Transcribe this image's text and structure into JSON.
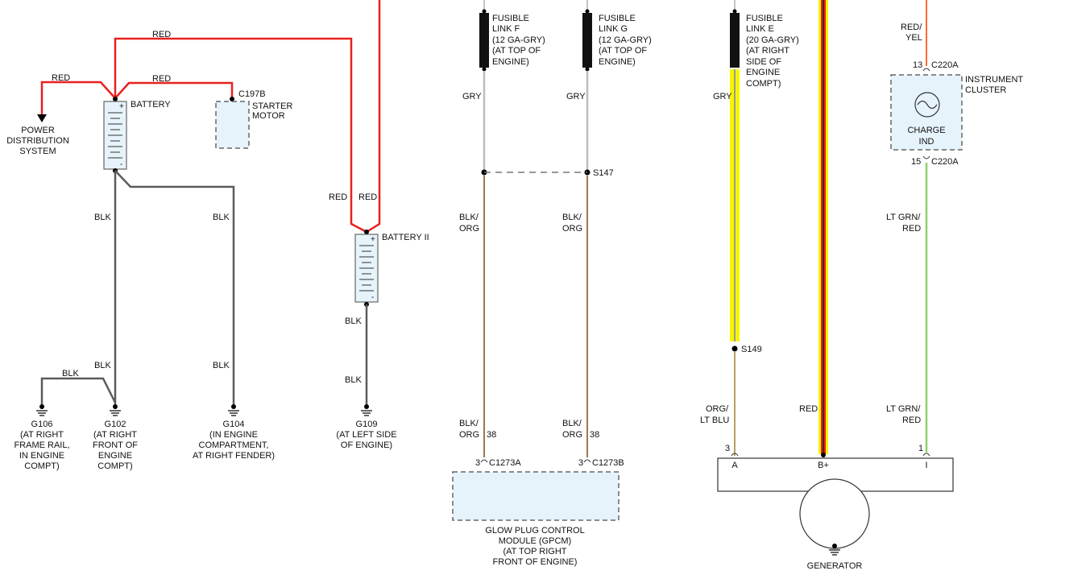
{
  "labels": {
    "red_top": "RED",
    "red_left": "RED",
    "red_mid": "RED",
    "pds": [
      "POWER",
      "DISTRIBUTION",
      "SYSTEM"
    ],
    "battery": "BATTERY",
    "c197b": "C197B",
    "starter": [
      "STARTER",
      "MOTOR"
    ],
    "blk_a": "BLK",
    "blk_b": "BLK",
    "blk_c": "BLK",
    "blk_d": "BLK",
    "blk_e": "BLK",
    "g106": [
      "G106",
      "(AT RIGHT",
      "FRAME RAIL,",
      "IN ENGINE",
      "COMPT)"
    ],
    "g102": [
      "G102",
      "(AT RIGHT",
      "FRONT OF",
      "ENGINE",
      "COMPT)"
    ],
    "g104": [
      "G104",
      "(IN ENGINE",
      "COMPARTMENT,",
      "AT RIGHT FENDER)"
    ],
    "red_b2_left": "RED",
    "red_b2_right": "RED",
    "battery2": "BATTERY II",
    "blk_f": "BLK",
    "blk_g": "BLK",
    "g109": [
      "G109",
      "(AT LEFT SIDE",
      "OF ENGINE)"
    ],
    "fuse_f": [
      "FUSIBLE",
      "LINK F",
      "(12 GA-GRY)",
      "(AT TOP OF",
      "ENGINE)"
    ],
    "fuse_g": [
      "FUSIBLE",
      "LINK G",
      "(12 GA-GRY)",
      "(AT TOP OF",
      "ENGINE)"
    ],
    "gry_f": "GRY",
    "gry_g": "GRY",
    "s147": "S147",
    "blkorg_1": [
      "BLK/",
      "ORG"
    ],
    "blkorg_2": [
      "BLK/",
      "ORG"
    ],
    "blkorg_3": [
      "BLK/",
      "ORG"
    ],
    "blkorg_4": [
      "BLK/",
      "ORG"
    ],
    "pin38_a": "38",
    "pin38_b": "38",
    "pin3_a": "3",
    "pin3_b": "3",
    "c1273a": "C1273A",
    "c1273b": "C1273B",
    "gpcm": [
      "GLOW PLUG CONTROL",
      "MODULE (GPCM)",
      "(AT TOP RIGHT",
      "FRONT OF ENGINE)"
    ],
    "fuse_e": [
      "FUSIBLE",
      "LINK E",
      "(20 GA-GRY)",
      "(AT RIGHT",
      "SIDE OF",
      "ENGINE",
      "COMPT)"
    ],
    "gry_e": "GRY",
    "s149": "S149",
    "orgblu": [
      "ORG/",
      "LT BLU"
    ],
    "red_gen": "RED",
    "pin3_gen": "3",
    "pin1_gen": "1",
    "term_a": "A",
    "term_b": "B+",
    "term_i": "I",
    "generator": "GENERATOR",
    "redyel": [
      "RED/",
      "YEL"
    ],
    "pin13": "13",
    "c220a_top": "C220A",
    "cluster": [
      "INSTRUMENT",
      "CLUSTER"
    ],
    "charge": [
      "CHARGE",
      "IND"
    ],
    "pin15": "15",
    "c220a_bot": "C220A",
    "ltgrnred_1": [
      "LT GRN/",
      "RED"
    ],
    "ltgrnred_2": [
      "LT GRN/",
      "RED"
    ]
  },
  "colors": {
    "red": "#e8201e",
    "black_wire": "#5b5b5b",
    "gray_wire": "#bdbdbd",
    "yellow_wire": "#f5f500",
    "lt_green": "#8fd06a",
    "component_fill": "#e6f3fb"
  }
}
